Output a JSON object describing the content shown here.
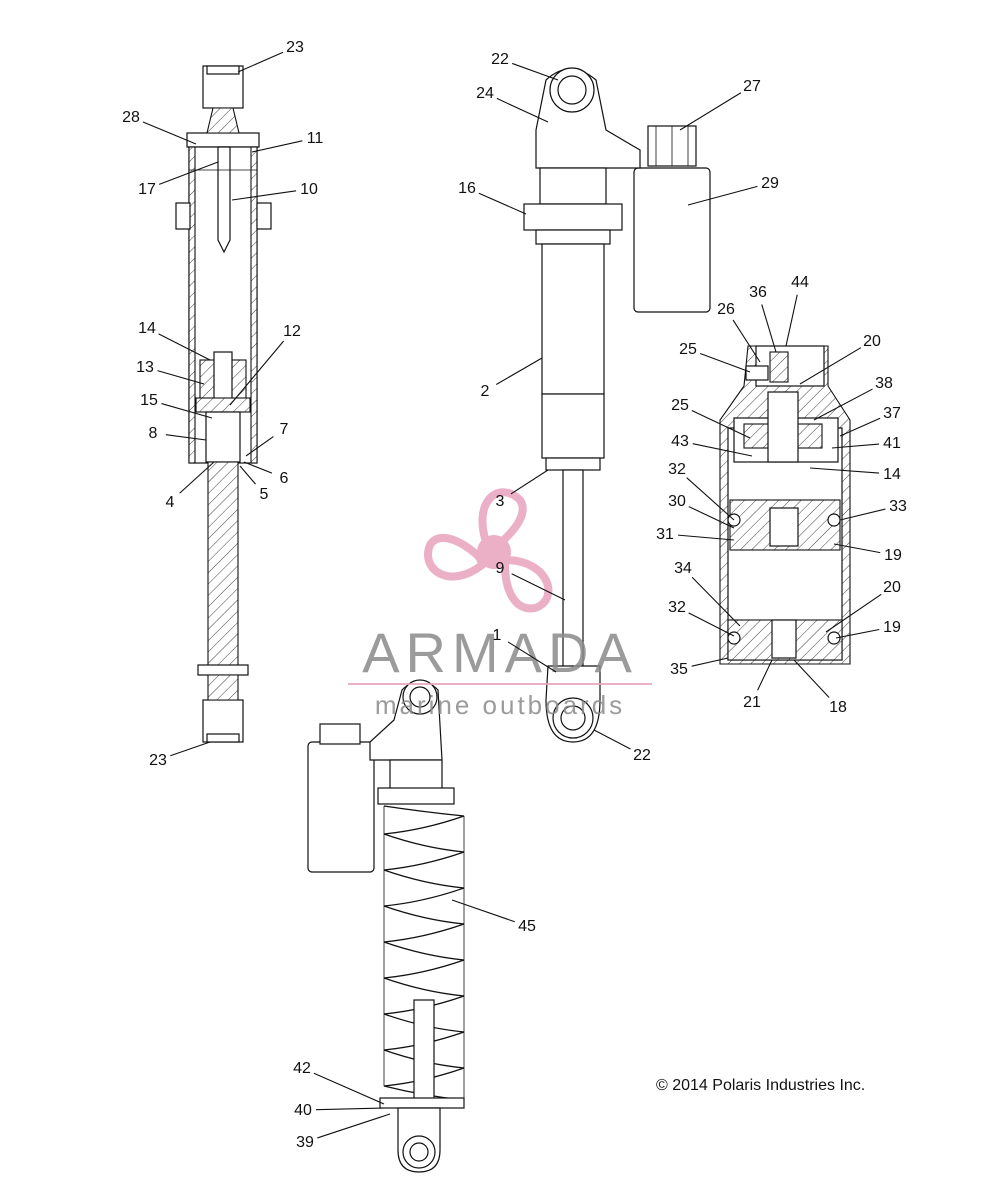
{
  "watermark": {
    "brand": "ARMADA",
    "tagline": "marine outboards",
    "brand_color": "#8a8a8a",
    "accent_color": "#e8a2bd"
  },
  "copyright": "© 2014 Polaris Industries Inc.",
  "callouts": [
    {
      "id": "c1",
      "label": "23"
    },
    {
      "id": "c2",
      "label": "28"
    },
    {
      "id": "c3",
      "label": "11"
    },
    {
      "id": "c4",
      "label": "17"
    },
    {
      "id": "c5",
      "label": "10"
    },
    {
      "id": "c6",
      "label": "14"
    },
    {
      "id": "c7",
      "label": "12"
    },
    {
      "id": "c8",
      "label": "13"
    },
    {
      "id": "c9",
      "label": "15"
    },
    {
      "id": "c10",
      "label": "8"
    },
    {
      "id": "c11",
      "label": "7"
    },
    {
      "id": "c12",
      "label": "6"
    },
    {
      "id": "c13",
      "label": "5"
    },
    {
      "id": "c14",
      "label": "4"
    },
    {
      "id": "c15",
      "label": "23"
    },
    {
      "id": "c16",
      "label": "22"
    },
    {
      "id": "c17",
      "label": "24"
    },
    {
      "id": "c18",
      "label": "27"
    },
    {
      "id": "c19",
      "label": "16"
    },
    {
      "id": "c20",
      "label": "29"
    },
    {
      "id": "c21",
      "label": "2"
    },
    {
      "id": "c22",
      "label": "3"
    },
    {
      "id": "c23",
      "label": "9"
    },
    {
      "id": "c24",
      "label": "1"
    },
    {
      "id": "c25",
      "label": "22"
    },
    {
      "id": "c26",
      "label": "36"
    },
    {
      "id": "c27",
      "label": "44"
    },
    {
      "id": "c28",
      "label": "26"
    },
    {
      "id": "c29",
      "label": "25"
    },
    {
      "id": "c30",
      "label": "20"
    },
    {
      "id": "c31",
      "label": "38"
    },
    {
      "id": "c32",
      "label": "25"
    },
    {
      "id": "c33",
      "label": "37"
    },
    {
      "id": "c34",
      "label": "43"
    },
    {
      "id": "c35",
      "label": "41"
    },
    {
      "id": "c36",
      "label": "14"
    },
    {
      "id": "c37",
      "label": "32"
    },
    {
      "id": "c38",
      "label": "30"
    },
    {
      "id": "c39",
      "label": "33"
    },
    {
      "id": "c40",
      "label": "31"
    },
    {
      "id": "c41",
      "label": "19"
    },
    {
      "id": "c42",
      "label": "34"
    },
    {
      "id": "c43",
      "label": "20"
    },
    {
      "id": "c44",
      "label": "32"
    },
    {
      "id": "c45",
      "label": "19"
    },
    {
      "id": "c46",
      "label": "35"
    },
    {
      "id": "c47",
      "label": "21"
    },
    {
      "id": "c48",
      "label": "18"
    },
    {
      "id": "c49",
      "label": "45"
    },
    {
      "id": "c50",
      "label": "42"
    },
    {
      "id": "c51",
      "label": "40"
    },
    {
      "id": "c52",
      "label": "39"
    }
  ]
}
